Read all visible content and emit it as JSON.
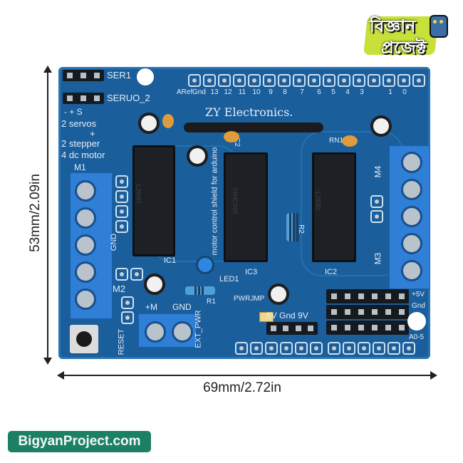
{
  "logo": {
    "line1": "বিজ্ঞান",
    "line2": "প্রজেক্ট",
    "icon": "robot-icon"
  },
  "dimensions": {
    "height_label": "53mm/2.09in",
    "width_label": "69mm/2.72in"
  },
  "footer": {
    "site_badge": "BigyanProject.com"
  },
  "board": {
    "brand": "ZY Electronics.",
    "subtitle": "motor control shield for arduino",
    "labels": {
      "ser1": "SER1",
      "servo2": "SERUO_2",
      "servo_pins": "-  +  S",
      "desc_line1": "2  servos",
      "desc_plus": "+",
      "desc_line2": "2  stepper",
      "desc_line3": "4  dc motor",
      "m1": "M1",
      "m2": "M2",
      "m3": "M3",
      "m4": "M4",
      "gnd_left": "GND",
      "reset": "RESET",
      "plus_m": "+M",
      "gnd_bottom": "GND",
      "ext_pwr": "EXT_PWR",
      "pwrjmp": "PWRJMP",
      "power_pins": "5V Gnd 9V",
      "plus5v": "+5V",
      "gnd_right": "Gnd",
      "a0_5": "A0-5",
      "ic1": "IC1",
      "ic2": "IC2",
      "ic3": "IC3",
      "led1": "LED1",
      "r1": "R1",
      "r2": "R2",
      "rn1": "RN1",
      "c2": "C2"
    },
    "digital_header_labels": [
      "ARef",
      "Gnd",
      "13",
      "12",
      "11",
      "10",
      "9",
      "8",
      "7",
      "6",
      "5",
      "4",
      "3",
      "",
      "1",
      "0"
    ],
    "chips": {
      "ic1": "L293D",
      "ic2": "L293D",
      "ic3": "74HC595"
    }
  }
}
